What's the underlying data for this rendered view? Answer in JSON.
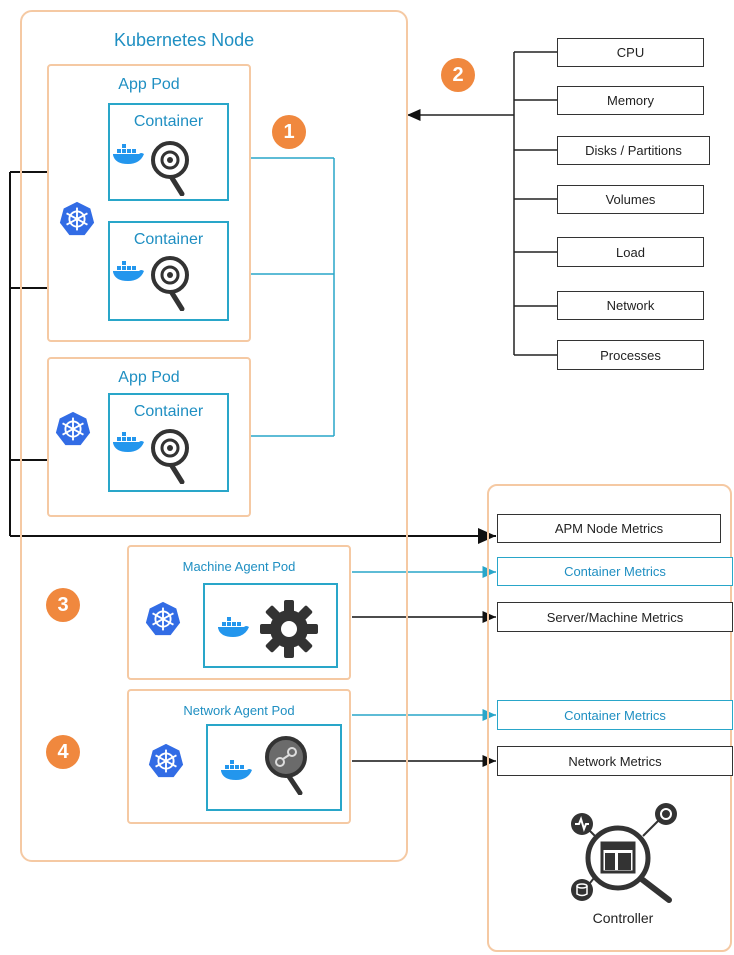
{
  "node": {
    "title": "Kubernetes Node"
  },
  "pods": [
    {
      "title": "App Pod",
      "containers": [
        "Container",
        "Container"
      ]
    },
    {
      "title": "App Pod",
      "containers": [
        "Container"
      ]
    }
  ],
  "agents": {
    "machine": {
      "title": "Machine Agent Pod"
    },
    "network": {
      "title": "Network  Agent Pod"
    }
  },
  "badges": [
    "1",
    "2",
    "3",
    "4"
  ],
  "host_metrics": [
    "CPU",
    "Memory",
    "Disks / Partitions",
    "Volumes",
    "Load",
    "Network",
    "Processes"
  ],
  "controller_metrics": {
    "apm_node": "APM Node Metrics",
    "container_metrics_1": "Container Metrics",
    "server_machine": "Server/Machine Metrics",
    "container_metrics_2": "Container Metrics",
    "network": "Network Metrics"
  },
  "controller": {
    "label": "Controller"
  },
  "colors": {
    "accent_orange": "#f0883e",
    "accent_blue": "#29a6c9",
    "kubernetes_blue": "#326ce5",
    "docker_blue": "#2396ed"
  }
}
